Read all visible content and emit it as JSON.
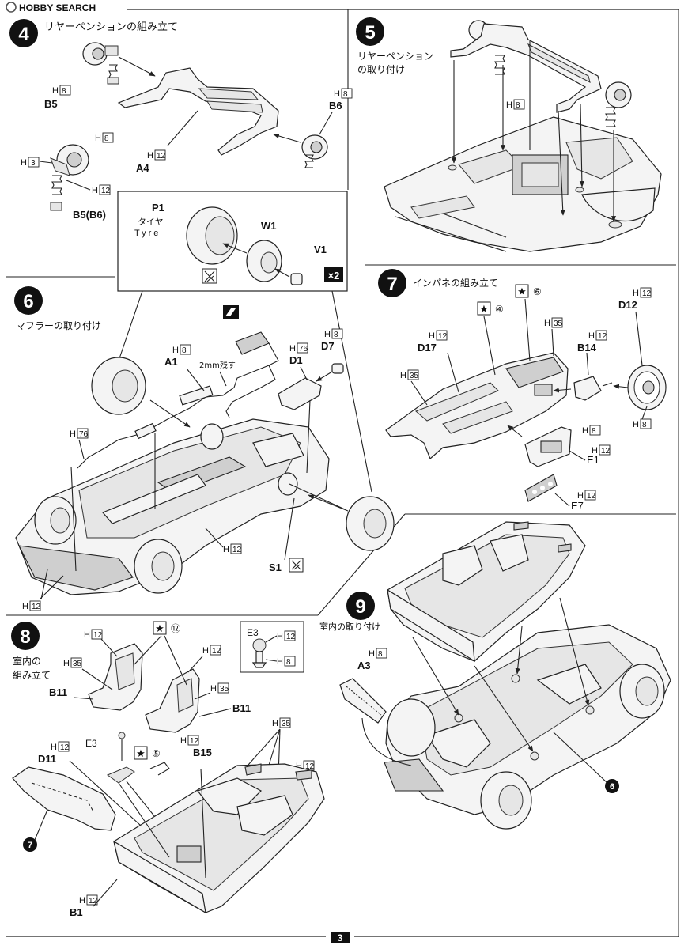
{
  "header": {
    "logo": "HOBBY SEARCH",
    "page_number": "3"
  },
  "steps": {
    "s4": {
      "number": "4",
      "title": "リヤーペンションの組み立て"
    },
    "s5": {
      "number": "5",
      "title_line1": "リヤーペンション",
      "title_line2": "の取り付け"
    },
    "s6": {
      "number": "6",
      "title": "マフラーの取り付け"
    },
    "s7": {
      "number": "7",
      "title": "インパネの組み立て"
    },
    "s8": {
      "number": "8",
      "title_line1": "室内の",
      "title_line2": "組み立て"
    },
    "s9": {
      "number": "9",
      "title": "室内の取り付け"
    }
  },
  "labels": {
    "B5": "B5",
    "B6": "B6",
    "A4": "A4",
    "B5B6": "B5(B6)",
    "P1": "P1",
    "tyre_jp": "タイヤ",
    "tyre_en": "Tyre",
    "W1": "W1",
    "V1": "V1",
    "x2": "×2",
    "A1": "A1",
    "D1": "D1",
    "D7": "D7",
    "S1": "S1",
    "leave_2mm": "2mm残す",
    "D17": "D17",
    "D12": "D12",
    "B14": "B14",
    "E1": "E1",
    "E7": "E7",
    "B11": "B11",
    "D11": "D11",
    "B15": "B15",
    "B1": "B1",
    "E3": "E3",
    "A3": "A3"
  },
  "h_letter": "H",
  "h_values": {
    "h3": "3",
    "h8": "8",
    "h12": "12",
    "h35": "35",
    "h76": "76"
  },
  "circled": {
    "c4": "④",
    "c5": "⑤",
    "c6": "⑥",
    "c12": "⑫"
  },
  "refs": {
    "ref7": "7",
    "ref6": "6"
  }
}
